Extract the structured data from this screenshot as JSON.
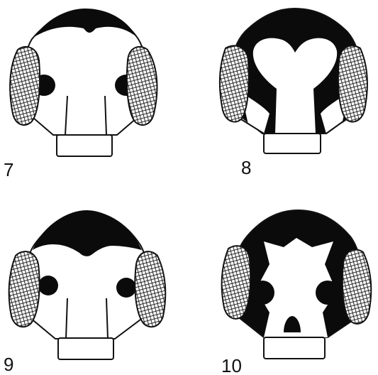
{
  "figures": [
    {
      "label": "7"
    },
    {
      "label": "8"
    },
    {
      "label": "9"
    },
    {
      "label": "10"
    }
  ],
  "colors": {
    "ink": "#0b0b0b",
    "paper": "#ffffff"
  },
  "icons": [
    "head-outline",
    "compound-eye",
    "dark-pigment-pattern",
    "clypeus-plate"
  ]
}
